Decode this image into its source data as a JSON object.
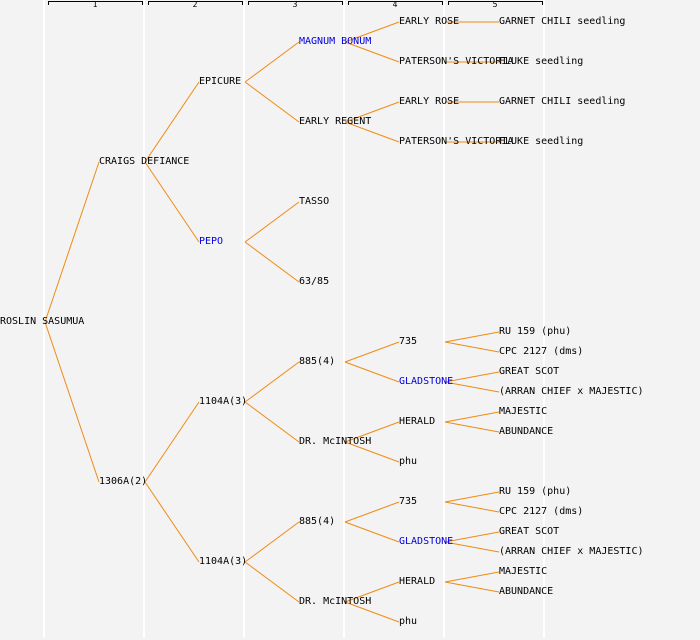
{
  "title": "Pedigree tree: ROSLIN SASUMUA",
  "colors": {
    "edge": "#f08a14",
    "link_text": "#0000e0",
    "text": "#000000",
    "background": "#f3f3f3"
  },
  "generations": [
    "1",
    "2",
    "3",
    "4",
    "5"
  ],
  "tree": {
    "name": "ROSLIN SASUMUA",
    "link": false,
    "children": [
      {
        "name": "CRAIGS DEFIANCE",
        "link": false,
        "children": [
          {
            "name": "EPICURE",
            "link": false,
            "children": [
              {
                "name": "MAGNUM BONUM",
                "link": true,
                "children": [
                  {
                    "name": "EARLY ROSE",
                    "link": false,
                    "children": [
                      {
                        "name": "GARNET CHILI seedling",
                        "link": false
                      }
                    ]
                  },
                  {
                    "name": "PATERSON'S VICTORIA",
                    "link": false,
                    "children": [
                      {
                        "name": "FLUKE seedling",
                        "link": false
                      }
                    ]
                  }
                ]
              },
              {
                "name": "EARLY REGENT",
                "link": false,
                "children": [
                  {
                    "name": "EARLY ROSE",
                    "link": false,
                    "children": [
                      {
                        "name": "GARNET CHILI seedling",
                        "link": false
                      }
                    ]
                  },
                  {
                    "name": "PATERSON'S VICTORIA",
                    "link": false,
                    "children": [
                      {
                        "name": "FLUKE seedling",
                        "link": false
                      }
                    ]
                  }
                ]
              }
            ]
          },
          {
            "name": "PEPO",
            "link": true,
            "children": [
              {
                "name": "TASSO",
                "link": false
              },
              {
                "name": "63/85",
                "link": false
              }
            ]
          }
        ]
      },
      {
        "name": "1306A(2)",
        "link": false,
        "children": [
          {
            "name": "1104A(3)",
            "link": false,
            "children": [
              {
                "name": "885(4)",
                "link": false,
                "children": [
                  {
                    "name": "735",
                    "link": false,
                    "children": [
                      {
                        "name": "RU 159 (phu)",
                        "link": false
                      },
                      {
                        "name": "CPC 2127 (dms)",
                        "link": false
                      }
                    ]
                  },
                  {
                    "name": "GLADSTONE",
                    "link": true,
                    "children": [
                      {
                        "name": "GREAT SCOT",
                        "link": false
                      },
                      {
                        "name": "(ARRAN CHIEF x MAJESTIC)",
                        "link": false
                      }
                    ]
                  }
                ]
              },
              {
                "name": "DR. McINTOSH",
                "link": false,
                "children": [
                  {
                    "name": "HERALD",
                    "link": false,
                    "children": [
                      {
                        "name": "MAJESTIC",
                        "link": false
                      },
                      {
                        "name": "ABUNDANCE",
                        "link": false
                      }
                    ]
                  },
                  {
                    "name": "phu",
                    "link": false
                  }
                ]
              }
            ]
          },
          {
            "name": "1104A(3)",
            "link": false,
            "children": [
              {
                "name": "885(4)",
                "link": false,
                "children": [
                  {
                    "name": "735",
                    "link": false,
                    "children": [
                      {
                        "name": "RU 159 (phu)",
                        "link": false
                      },
                      {
                        "name": "CPC 2127 (dms)",
                        "link": false
                      }
                    ]
                  },
                  {
                    "name": "GLADSTONE",
                    "link": true,
                    "children": [
                      {
                        "name": "GREAT SCOT",
                        "link": false
                      },
                      {
                        "name": "(ARRAN CHIEF x MAJESTIC)",
                        "link": false
                      }
                    ]
                  }
                ]
              },
              {
                "name": "DR. McINTOSH",
                "link": false,
                "children": [
                  {
                    "name": "HERALD",
                    "link": false,
                    "children": [
                      {
                        "name": "MAJESTIC",
                        "link": false
                      },
                      {
                        "name": "ABUNDANCE",
                        "link": false
                      }
                    ]
                  },
                  {
                    "name": "phu",
                    "link": false
                  }
                ]
              }
            ]
          }
        ]
      }
    ]
  }
}
